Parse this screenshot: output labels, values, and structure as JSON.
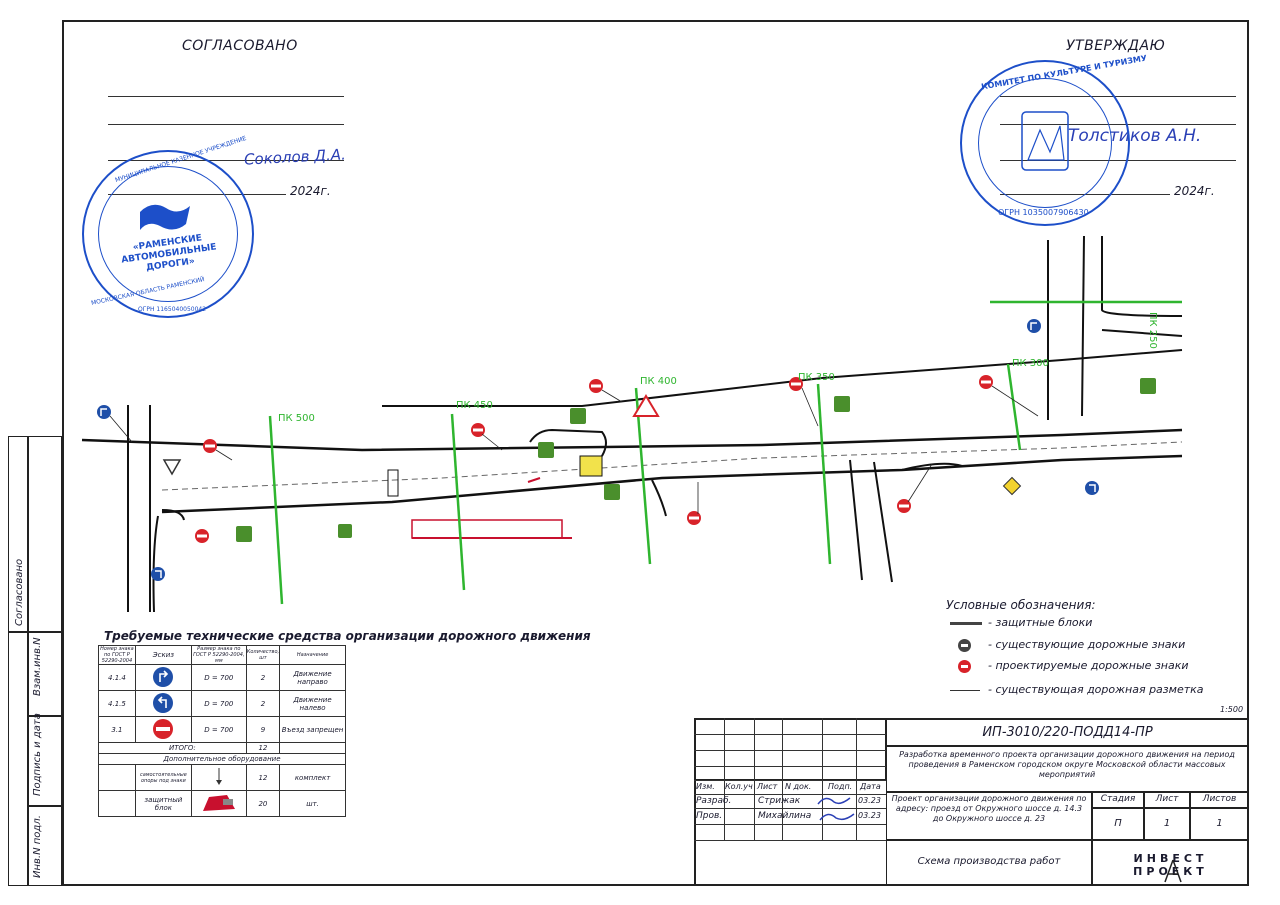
{
  "header": {
    "left_title": "СОГЛАСОВАНО",
    "left_signature": "Соколов Д.А.",
    "left_year": "2024г.",
    "right_title": "УТВЕРЖДАЮ",
    "right_signature": "Толстиков А.Н.",
    "right_year": "2024г."
  },
  "stamp_left": {
    "text_top": "МОСКОВСКАЯ ОБЛАСТЬ РАМЕНСКИЙ",
    "text_mid": "МУНИЦИПАЛЬНОЕ КАЗЕННОЕ УЧРЕЖДЕНИЕ",
    "center_lines": [
      "«РАМЕНСКИЕ",
      "АВТОМОБИЛЬНЫЕ",
      "ДОРОГИ»"
    ],
    "ogrn": "ОГРН 1165040050042"
  },
  "stamp_right": {
    "text_ring": "КОМИТЕТ ПО КУЛЬТУРЕ И ТУРИЗМУ",
    "ogrn": "ОГРН 1035007906430"
  },
  "side_strip": {
    "labels": [
      "Согласовано",
      "Взам.инв.N",
      "Подпись и дата",
      "Инв.N подл."
    ]
  },
  "pickets": [
    "ПК 500",
    "ПК 450",
    "ПК 400",
    "ПК 350",
    "ПК 300",
    "ПК 250"
  ],
  "legend": {
    "title": "Условные обозначения:",
    "items": [
      "- защитные блоки",
      "- существующие дорожные знаки",
      "- проектируемые дорожные знаки",
      "- существующая дорожная разметка"
    ],
    "scale": "1:500"
  },
  "tech_table": {
    "title": "Требуемые технические средства организации дорожного движения",
    "headers": [
      "Номер знака по ГОСТ Р 52290-2004",
      "Эскиз",
      "Размер знака по ГОСТ Р 52290-2004, мм",
      "Количество, шт",
      "Назначение"
    ],
    "rows": [
      {
        "num": "4.1.4",
        "size": "D = 700",
        "qty": "2",
        "purpose": "Движение направо"
      },
      {
        "num": "4.1.5",
        "size": "D = 700",
        "qty": "2",
        "purpose": "Движение налево"
      },
      {
        "num": "3.1",
        "size": "D = 700",
        "qty": "9",
        "purpose": "Въезд запрещен"
      }
    ],
    "total_label": "ИТОГО:",
    "total_value": "12",
    "extra_header": "Дополнительное оборудование",
    "extra_rows": [
      {
        "name": "самостоятельные опоры под знаки",
        "qty": "12",
        "unit": "комплект"
      },
      {
        "name": "защитный блок",
        "qty": "20",
        "unit": "шт."
      }
    ]
  },
  "title_block": {
    "code": "ИП-3010/220-ПОДД14-ПР",
    "description": "Разработка временного проекта организации дорожного движения на период проведения в Раменском городском округе Московской области массовых мероприятий",
    "col_headers": [
      "Изм.",
      "Кол.уч",
      "Лист",
      "N док.",
      "Подп.",
      "Дата"
    ],
    "people": [
      {
        "role": "Разраб.",
        "name": "Стрижак",
        "date": "03.23"
      },
      {
        "role": "Пров.",
        "name": "Михайлина",
        "date": "03.23"
      }
    ],
    "object": "Проект организации дорожного движения по адресу: проезд от Окружного шоссе д. 14.3 до Окружного шоссе д. 23",
    "stage_header": "Стадия",
    "sheet_header": "Лист",
    "sheets_header": "Листов",
    "stage": "П",
    "sheet": "1",
    "sheets": "1",
    "sheet_title": "Схема производства работ",
    "company_line1": "ИНВЕСТ",
    "company_line2": "ПРОЕКТ"
  },
  "colors": {
    "stamp_blue": "#1d4fc9",
    "signature_blue": "#2a3fb5",
    "picket_green": "#2fb52f",
    "prohibit_red": "#d8232a",
    "mandatory_blue": "#1f4fa8",
    "barrier_red": "#c8102e"
  }
}
